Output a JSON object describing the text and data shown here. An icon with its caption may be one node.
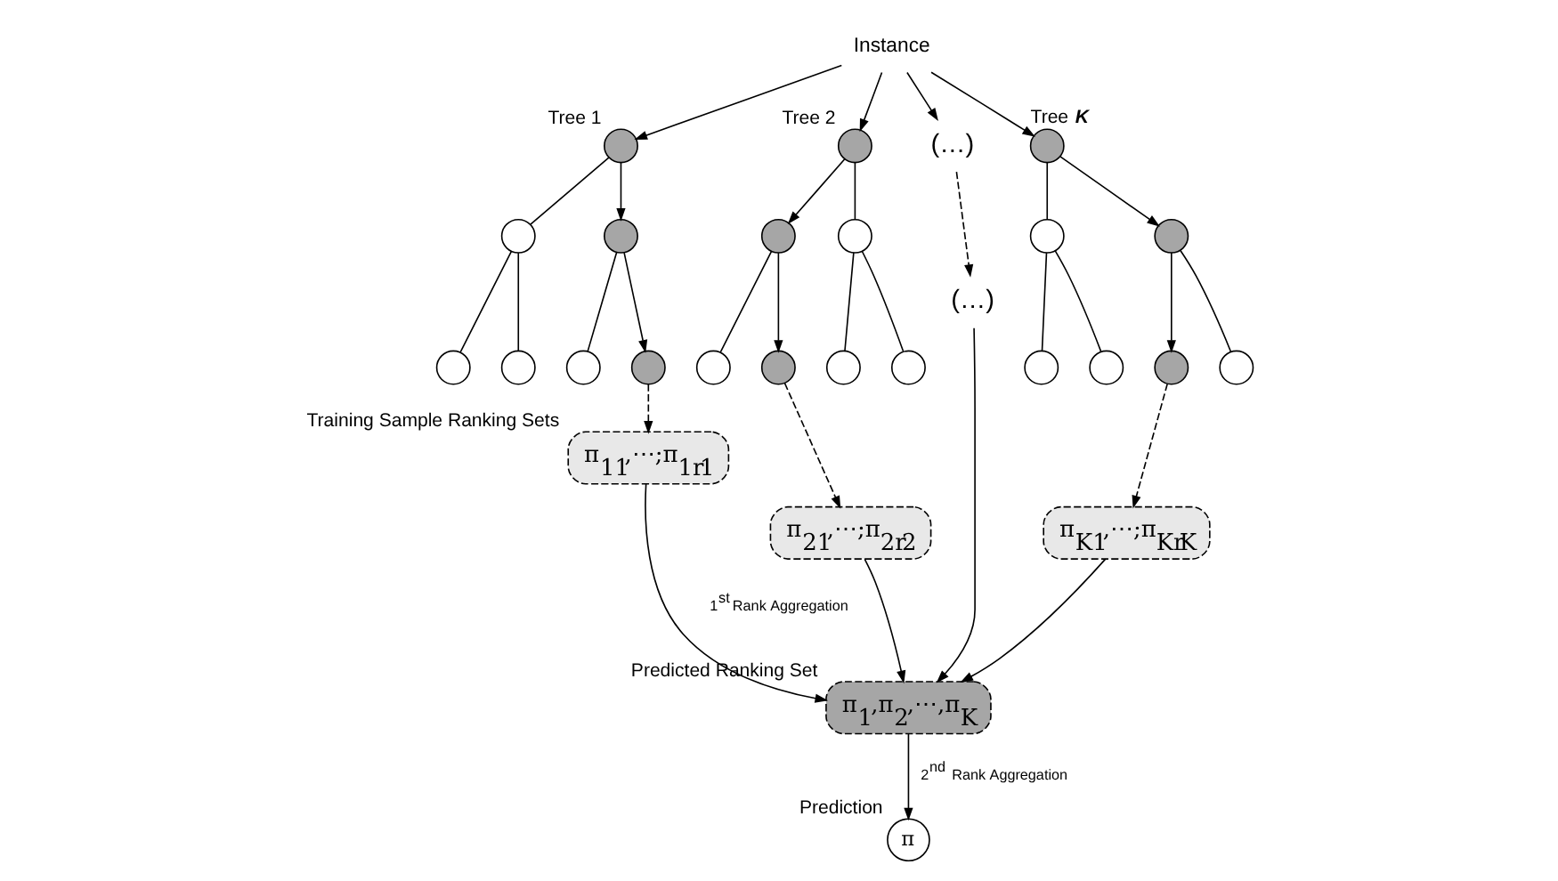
{
  "diagram": {
    "nodes": [
      {
        "text": [
          "Instance"
        ]
      },
      {
        "text": [],
        "shape": "circle",
        "beside": [
          "Tree 1"
        ]
      },
      {
        "text": [],
        "shape": "circle"
      },
      {
        "text": [],
        "shape": "circle"
      },
      {
        "text": [],
        "shape": "circle"
      },
      {
        "text": [],
        "shape": "circle"
      },
      {
        "text": [],
        "shape": "circle"
      },
      {
        "text": [],
        "shape": "circle"
      },
      {
        "text": [],
        "shape": "circle",
        "beside": [
          "Tree 2"
        ]
      },
      {
        "text": [],
        "shape": "circle"
      },
      {
        "text": [],
        "shape": "circle"
      },
      {
        "text": [],
        "shape": "circle"
      },
      {
        "text": [],
        "shape": "circle"
      },
      {
        "text": [],
        "shape": "circle"
      },
      {
        "text": [],
        "shape": "circle"
      },
      {
        "text": [
          "(…)"
        ]
      },
      {
        "text": [],
        "shape": "circle",
        "beside": [
          "Tree *K*"
        ]
      },
      {
        "text": [],
        "shape": "circle"
      },
      {
        "text": [],
        "shape": "circle"
      },
      {
        "text": [],
        "shape": "circle"
      },
      {
        "text": [],
        "shape": "circle"
      },
      {
        "text": [],
        "shape": "circle"
      },
      {
        "text": [],
        "shape": "circle"
      },
      {
        "text": [
          "π$_{11}$,⋯;π$_{1r}$$_{1}$"
        ],
        "beside": [
          "Training Sample Ranking Sets"
        ]
      },
      {
        "text": [
          "π$_{21}$,⋯;π$_{2r}$$_{2}$"
        ]
      },
      {
        "text": [
          "(…)"
        ]
      },
      {
        "text": [
          "π$_{K1}$,⋯;π$_{Kr}$$_{K}$"
        ]
      },
      {
        "text": [
          "π$_{1}$,π$_{2}$,⋯,π$_{K}$"
        ],
        "beside": [
          "Predicted Ranking Set"
        ]
      },
      {
        "text": [
          "π"
        ],
        "beside": [
          "Prediction"
        ]
      }
    ],
    "edges": [
      {
        "from": 0,
        "to": 1,
        "arrow": "to"
      },
      {
        "from": 0,
        "to": 8,
        "arrow": "to"
      },
      {
        "from": 0,
        "to": 15,
        "arrow": "to"
      },
      {
        "from": 0,
        "to": 16,
        "arrow": "to"
      },
      {
        "from": 1,
        "to": 2,
        "arrow": "none"
      },
      {
        "from": 1,
        "to": 3,
        "arrow": "to"
      },
      {
        "from": 2,
        "to": 4,
        "arrow": "none"
      },
      {
        "from": 2,
        "to": 5,
        "arrow": "none"
      },
      {
        "from": 3,
        "to": 6,
        "arrow": "none"
      },
      {
        "from": 3,
        "to": 7,
        "arrow": "to"
      },
      {
        "from": 8,
        "to": 9,
        "arrow": "to"
      },
      {
        "from": 8,
        "to": 10,
        "arrow": "none"
      },
      {
        "from": 9,
        "to": 11,
        "arrow": "none"
      },
      {
        "from": 9,
        "to": 12,
        "arrow": "to"
      },
      {
        "from": 10,
        "to": 13,
        "arrow": "none"
      },
      {
        "from": 10,
        "to": 14,
        "arrow": "none"
      },
      {
        "from": 16,
        "to": 17,
        "arrow": "none"
      },
      {
        "from": 16,
        "to": 18,
        "arrow": "to"
      },
      {
        "from": 17,
        "to": 19,
        "arrow": "none"
      },
      {
        "from": 17,
        "to": 20,
        "arrow": "none"
      },
      {
        "from": 18,
        "to": 21,
        "arrow": "to"
      },
      {
        "from": 18,
        "to": 22,
        "arrow": "none"
      },
      {
        "from": 7,
        "to": 23,
        "arrow": "to",
        "style": "dashed"
      },
      {
        "from": 12,
        "to": 24,
        "arrow": "to",
        "style": "dashed"
      },
      {
        "from": 15,
        "to": 25,
        "arrow": "to",
        "style": "dashed"
      },
      {
        "from": 21,
        "to": 26,
        "arrow": "to",
        "style": "dashed"
      },
      {
        "from": 23,
        "to": 27,
        "arrow": "to"
      },
      {
        "from": 24,
        "to": 27,
        "arrow": "to"
      },
      {
        "from": 25,
        "to": 27,
        "arrow": "to"
      },
      {
        "from": 26,
        "to": 27,
        "arrow": "to"
      },
      {
        "from": 27,
        "to": 28,
        "arrow": "to",
        "label": "2$^{nd}$  Rank Aggregation"
      }
    ],
    "labels": [
      "1$^{st}$ Rank Aggregation"
    ]
  }
}
